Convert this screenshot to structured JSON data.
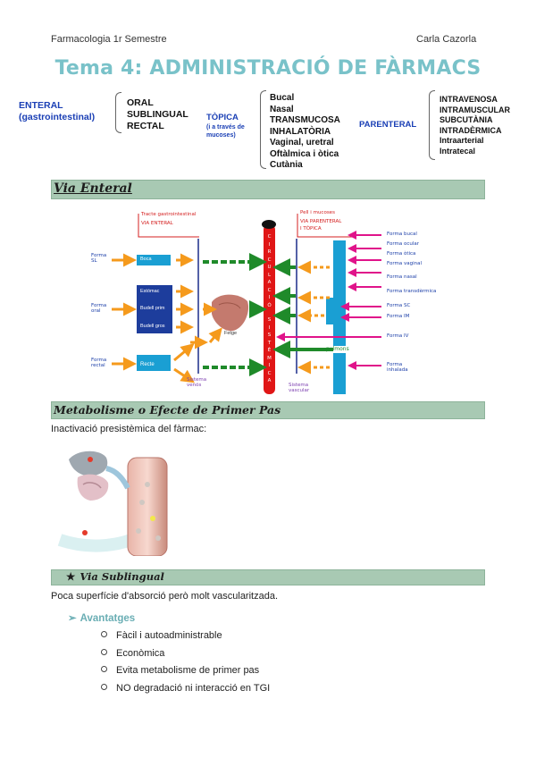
{
  "header": {
    "left": "Farmacologia 1r Semestre",
    "right": "Carla Cazorla"
  },
  "title": "Tema 4: ADMINISTRACIÓ DE FÀRMACS",
  "classification": {
    "enteral_title": "ENTERAL",
    "enteral_sub": "(gastrointestinal)",
    "enteral_items": [
      "ORAL",
      "SUBLINGUAL",
      "RECTAL"
    ],
    "topica_title": "TÒPICA",
    "topica_sub1": "(i a través de",
    "topica_sub2": "mucoses)",
    "topica_items": [
      "Bucal",
      "Nasal",
      "TRANSMUCOSA",
      "INHALATÒRIA",
      "Vaginal, uretral",
      "Oftàlmica i òtica",
      "Cutània"
    ],
    "parenteral_title": "PARENTERAL",
    "parenteral_items": [
      "INTRAVENOSA",
      "INTRAMUSCULAR",
      "SUBCUTÀNIA",
      "INTRADÈRMICA",
      "Intraarterial",
      "Intratecal"
    ]
  },
  "section1": {
    "title": "Via Enteral"
  },
  "diagram": {
    "tract_title": "Tracte gastrointestinal",
    "tract_sub": "VIA ENTERAL",
    "skin_title": "Pell i mucoses",
    "skin_sub1": "VIA PARENTERAL",
    "skin_sub2": "I TÒPICA",
    "circulation_letters": [
      "C",
      "I",
      "R",
      "C",
      "U",
      "L",
      "A",
      "C",
      "I",
      "Ó",
      " ",
      "S",
      "I",
      "S",
      "T",
      "È",
      "M",
      "I",
      "C",
      "A"
    ],
    "left_labels": {
      "sl": "Forma SL",
      "oral": "Forma oral",
      "rectal": "Forma rectal"
    },
    "boxes": {
      "boca": "Boca",
      "estomac": "Estómac",
      "prim": "Budell prim",
      "gros": "Budell gros",
      "recte": "Recte"
    },
    "fetge": "Fetge",
    "sistema_venos": "Sistema venós",
    "sistema_vascular": "Sistema vascular",
    "pulmons": "pulmons",
    "right_labels": [
      "Forma bucal",
      "Forma ocular",
      "Forma òtica",
      "Forma vaginal",
      "Forma nasal",
      "Forma transdèrmica",
      "Forma SC",
      "Forma IM",
      "Forma IV",
      "Forma inhalada"
    ]
  },
  "section2": {
    "title": "Metabolisme o Efecte de Primer Pas",
    "text": "Inactivació presistèmica del fàrmac:"
  },
  "section3": {
    "title": "Via Sublingual",
    "star": "★",
    "text": "Poca superfície d'absorció però molt vascularitzada.",
    "advantages_title": "Avantatges",
    "advantages": [
      "Fàcil i autoadministrable",
      "Econòmica",
      "Evita metabolisme de primer pas",
      "NO degradació ni interacció en TGI"
    ]
  },
  "colors": {
    "title": "#79c2c9",
    "band": "#a8c9b3",
    "accent_blue": "#1a3fb5",
    "red": "#d42020",
    "orange": "#f59a1c",
    "green": "#1f8a2a"
  }
}
